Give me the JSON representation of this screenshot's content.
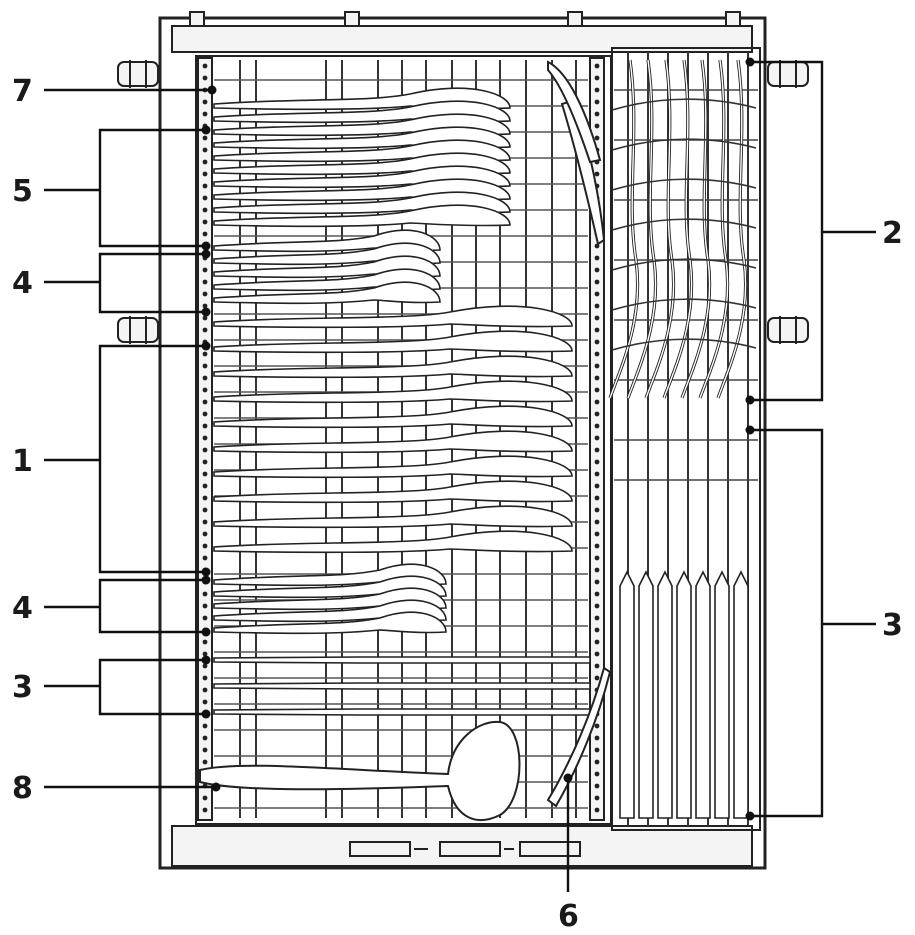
{
  "callouts": [
    {
      "id": "1",
      "label": "1"
    },
    {
      "id": "2",
      "label": "2"
    },
    {
      "id": "3a",
      "label": "3"
    },
    {
      "id": "3b",
      "label": "3"
    },
    {
      "id": "4a",
      "label": "4"
    },
    {
      "id": "4b",
      "label": "4"
    },
    {
      "id": "5",
      "label": "5"
    },
    {
      "id": "6",
      "label": "6"
    },
    {
      "id": "7",
      "label": "7"
    },
    {
      "id": "8",
      "label": "8"
    }
  ]
}
